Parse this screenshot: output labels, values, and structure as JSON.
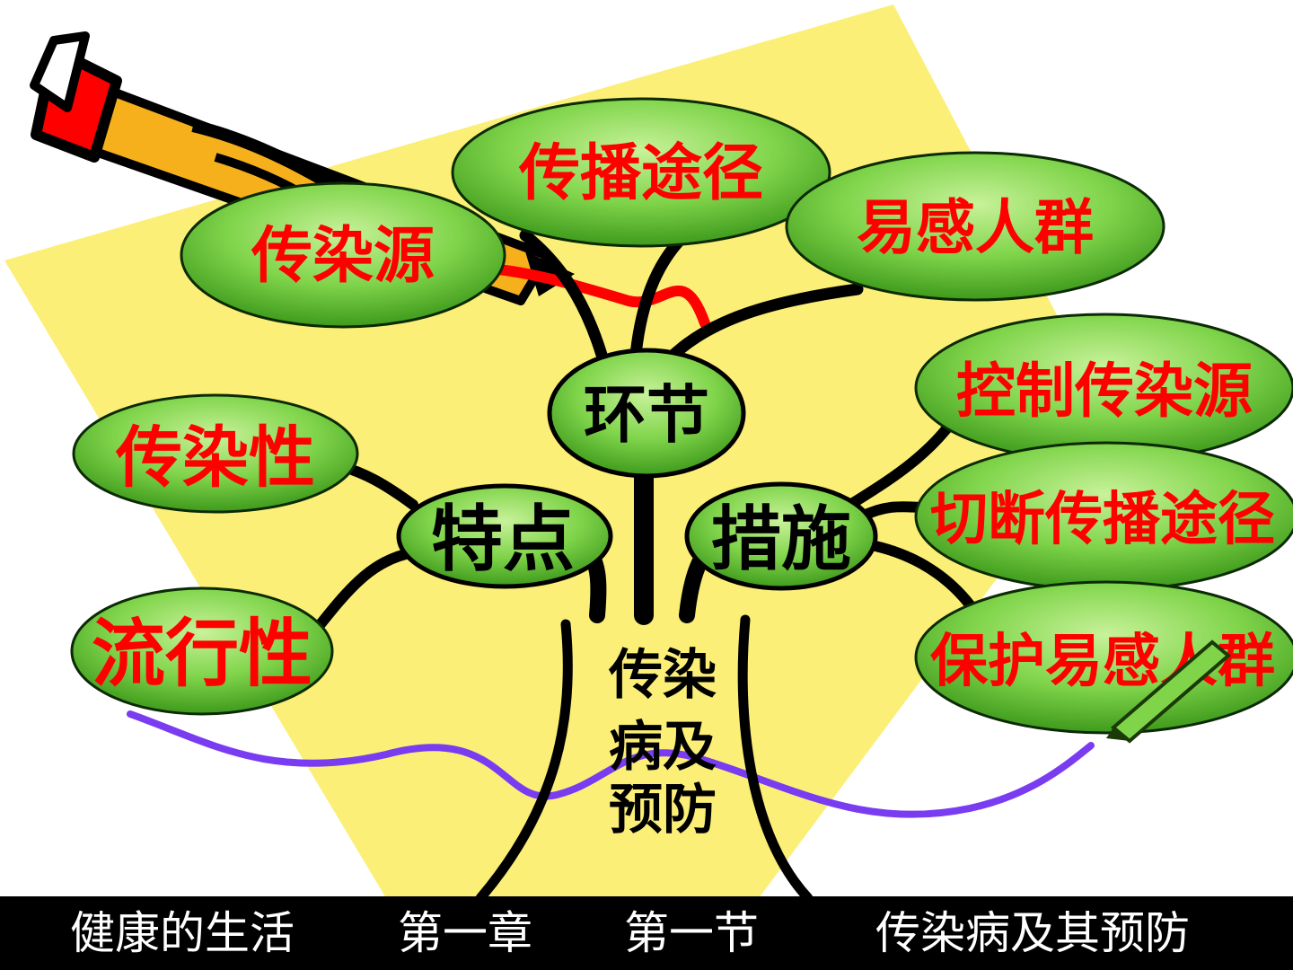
{
  "colors": {
    "background": "#ffffff",
    "yellow_sheet": "#fbef78",
    "node_fill": "#5cc22b",
    "node_stroke": "#0b2a05",
    "branch": "#000000",
    "red_text": "#ff0000",
    "black_text": "#000000",
    "purple_line": "#7a3cf0",
    "footer_bg": "#000000",
    "footer_text": "#ffffff"
  },
  "diagram": {
    "root": {
      "lines": [
        "传染",
        "病及",
        "预防"
      ]
    },
    "hubs": {
      "links": "环节",
      "features": "特点",
      "measures": "措施"
    },
    "links_nodes": {
      "source": "传染源",
      "route": "传播途径",
      "susceptible": "易感人群"
    },
    "feature_nodes": {
      "infectious": "传染性",
      "epidemic": "流行性"
    },
    "measure_nodes": {
      "control": "控制传染源",
      "cut": "切断传播途径",
      "protect": "保护易感人群"
    }
  },
  "footer": {
    "book": "健康的生活",
    "chapter": "第一章",
    "section": "第一节",
    "topic": "传染病及其预防"
  }
}
